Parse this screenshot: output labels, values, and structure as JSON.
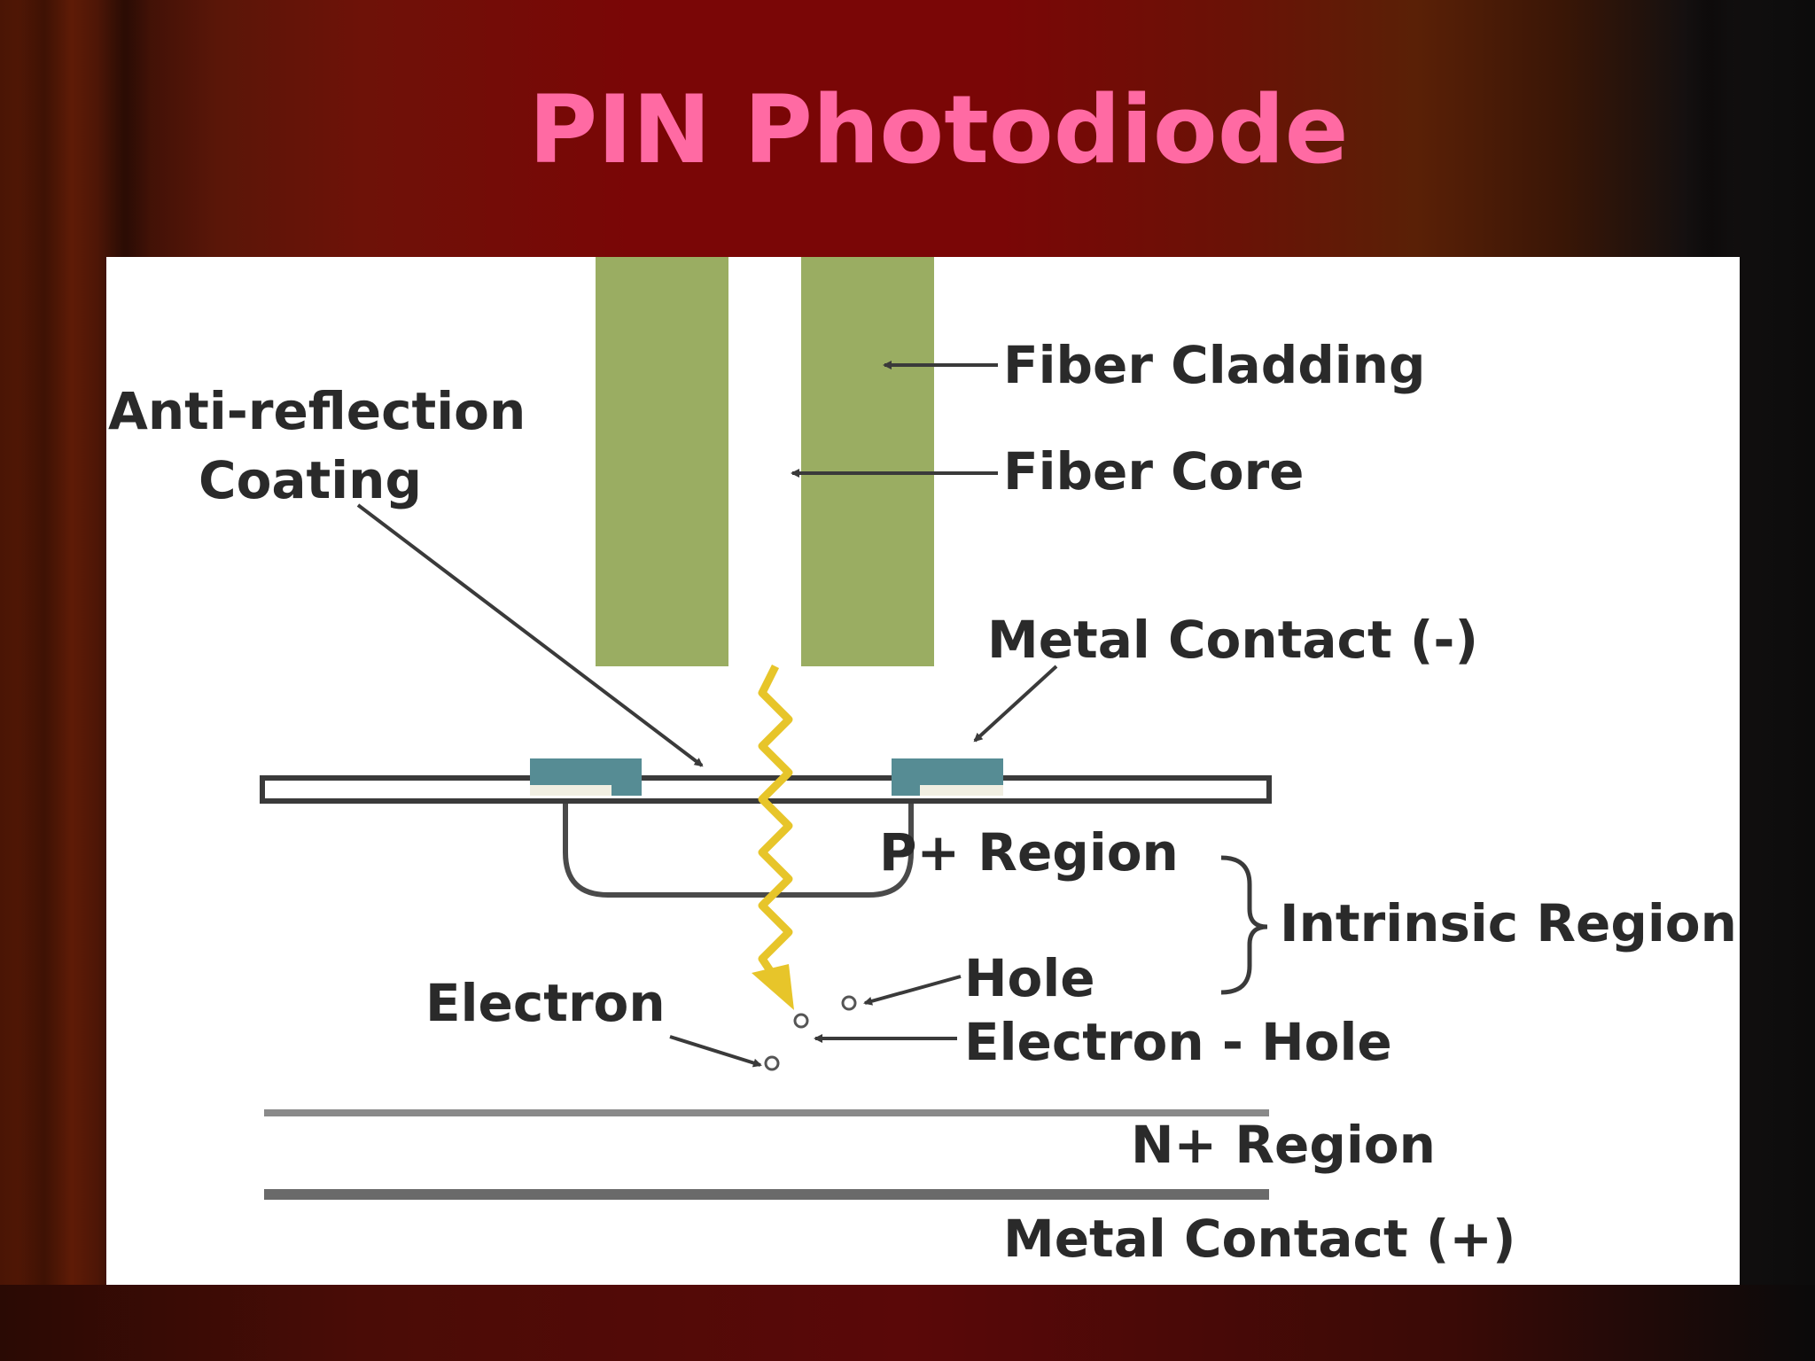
{
  "slide": {
    "title": "PIN Photodiode",
    "background": {
      "primary": "#7a0606",
      "edge_dark": "#0c0c0c"
    }
  },
  "diagram": {
    "colors": {
      "fiber_cladding": "#9aad62",
      "fiber_core": "#ffffff",
      "metal_contact": "#568c94",
      "light_ray": "#e7c52a",
      "lines": "#3a3a3a",
      "label_text": "#2a2a2a"
    },
    "labels": {
      "fiber_cladding": "Fiber Cladding",
      "fiber_core": "Fiber Core",
      "anti_reflection_line1": "Anti-reflection",
      "anti_reflection_line2": "Coating",
      "metal_contact_neg": "Metal Contact (-)",
      "p_region": "P+ Region",
      "intrinsic_region": "Intrinsic Region",
      "hole": "Hole",
      "electron": "Electron",
      "electron_hole": "Electron - Hole",
      "n_region": "N+ Region",
      "metal_contact_pos": "Metal Contact (+)"
    }
  }
}
